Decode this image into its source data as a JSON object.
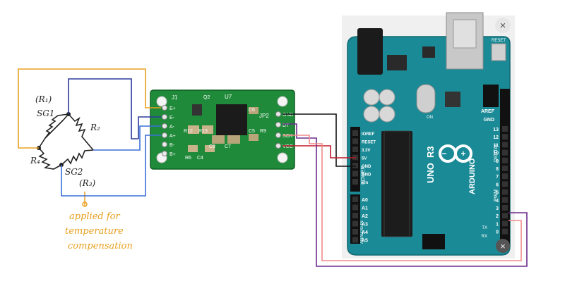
{
  "bridge": {
    "sg1": "SG1",
    "r1": "(R₁)",
    "r2": "R₂",
    "r4": "R₄",
    "sg2": "SG2",
    "r3": "(R₃)",
    "note": [
      "applied for",
      "temperature",
      "compensation"
    ]
  },
  "hx711": {
    "j1": "J1",
    "jp2": "JP2",
    "u7": "U7",
    "q2": "Q2",
    "c6": "C6",
    "r12": "R12",
    "r13": "R13",
    "r6": "R6",
    "c4": "C4",
    "c8": "C8",
    "c7": "C7",
    "c5": "C5",
    "r9": "R9",
    "left_pins": [
      "E+",
      "E-",
      "A-",
      "A+",
      "B-",
      "B+"
    ],
    "right_pins": [
      "GND",
      "DT",
      "SCK",
      "VCC"
    ]
  },
  "arduino": {
    "brand": "ARDUINO",
    "model": "UNO",
    "rev": "R3",
    "reset_label": "RESET",
    "aref": "AREF",
    "gnd": "GND",
    "digital": "DIGITAL",
    "pwm": "PWM",
    "power": "POWER",
    "analog_in": "ANALOG IN",
    "on": "ON",
    "digital_pins": [
      "13",
      "12",
      "11",
      "10",
      "9",
      "8",
      "7",
      "6",
      "5",
      "4",
      "3",
      "2",
      "1",
      "0"
    ],
    "tx": "TX",
    "rx": "RX",
    "power_pins": [
      "IOREF",
      "RESET",
      "3.3V",
      "5V",
      "GND",
      "GND",
      "Vin"
    ],
    "analog_pins": [
      "A0",
      "A1",
      "A2",
      "A3",
      "A4",
      "A5"
    ]
  },
  "ui": {
    "close_symbol": "×"
  },
  "colors": {
    "excitation_pos": "#e8a020",
    "excitation_neg": "#2b3a9c",
    "signal": "#3a6fd8",
    "gnd_wire": "#111111",
    "vcc_wire": "#c0182a",
    "dt_wire": "#6a2c8c",
    "sck_wire": "#f08a8a",
    "note_color": "#e8a020",
    "pcb": "#1f8a3a",
    "uno": "#1a8a96"
  }
}
